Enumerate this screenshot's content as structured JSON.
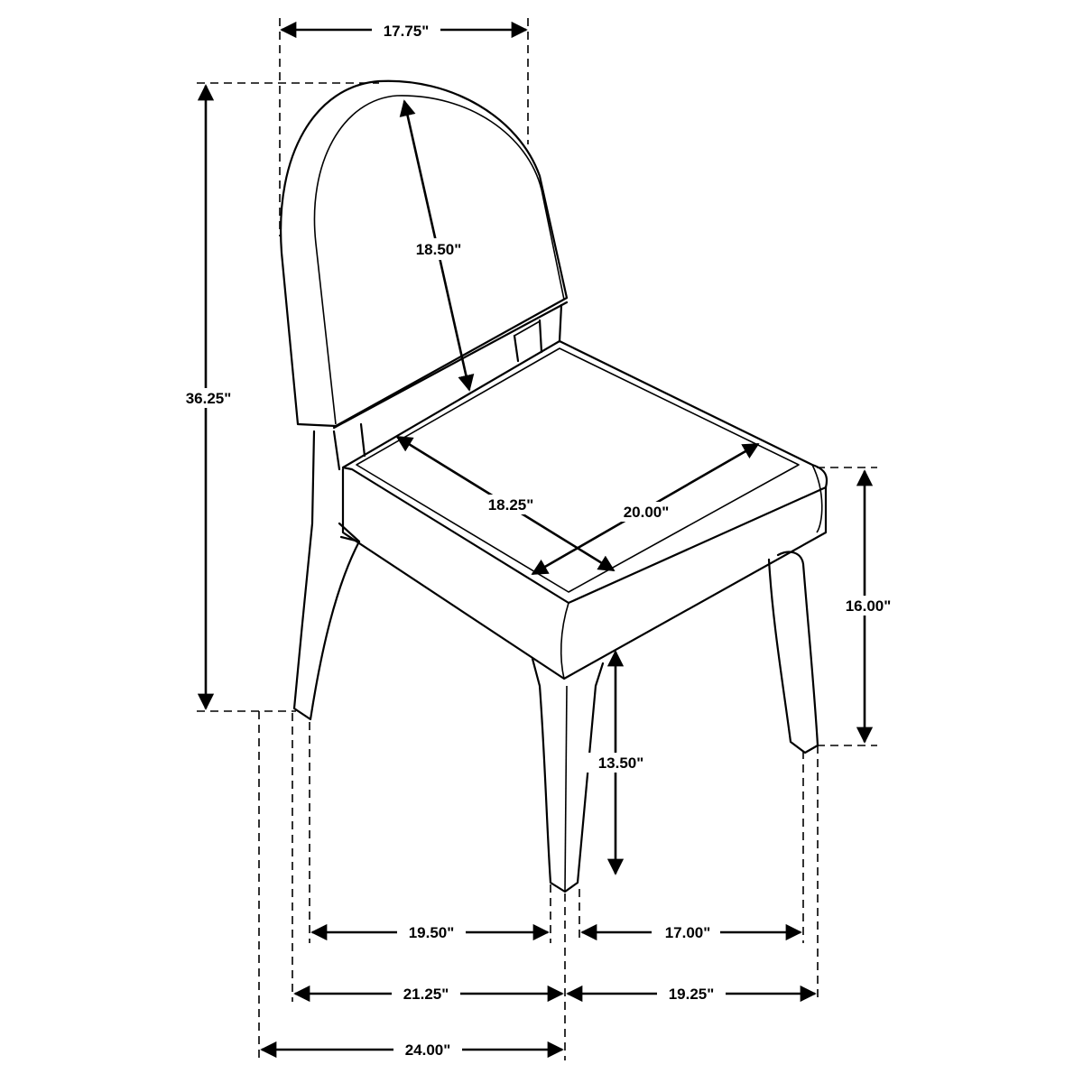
{
  "dimensions": {
    "back_width": "17.75\"",
    "overall_height": "36.25\"",
    "back_height": "18.50\"",
    "seat_width": "18.25\"",
    "seat_depth": "20.00\"",
    "seat_height": "16.00\"",
    "leg_height": "13.50\"",
    "front_left_span": "19.50\"",
    "front_right_span": "17.00\"",
    "mid_left_span": "21.25\"",
    "mid_right_span": "19.25\"",
    "overall_depth": "24.00\""
  }
}
